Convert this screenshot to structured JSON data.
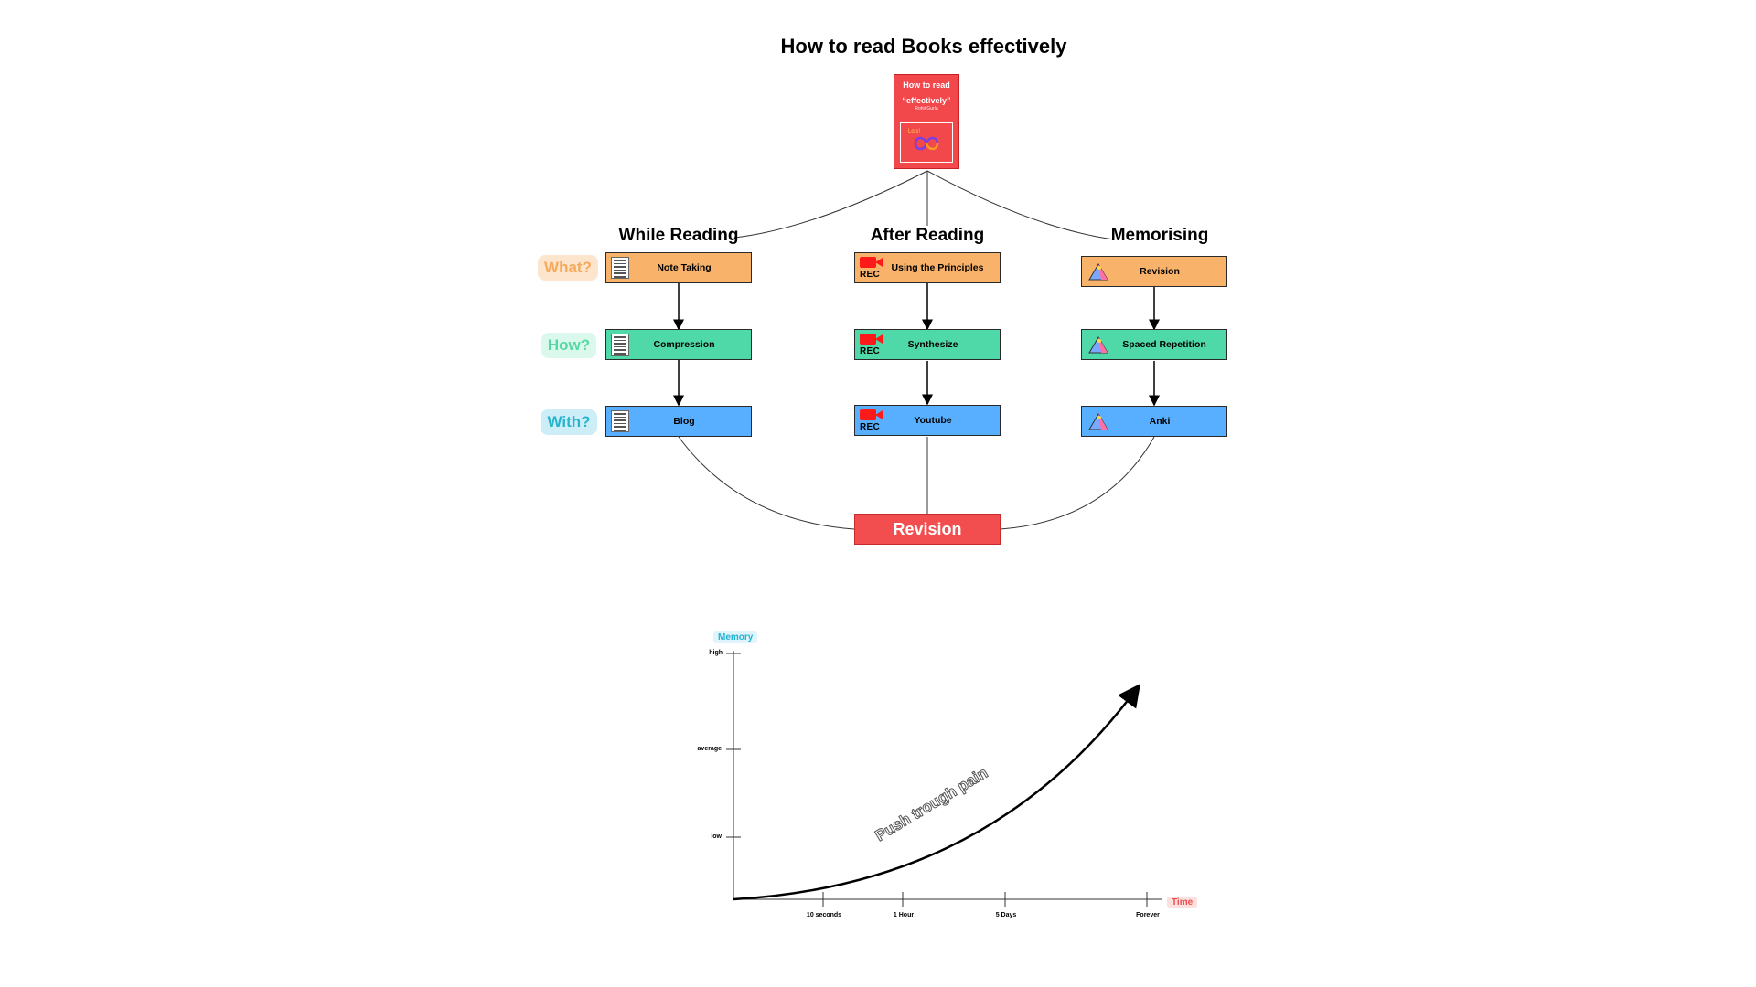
{
  "title": "How to read Books effectively",
  "book": {
    "title_line1": "How to read",
    "title_line2": "“effectively”",
    "author": "Rohit Gurla",
    "cover_tag": "Lots!"
  },
  "row_labels": {
    "what": "What?",
    "how": "How?",
    "with": "With?"
  },
  "columns": {
    "while": {
      "title": "While Reading",
      "what": "Note Taking",
      "how": "Compression",
      "with": "Blog"
    },
    "after": {
      "title": "After Reading",
      "what": "Using the Principles",
      "how": "Synthesize",
      "with": "Youtube",
      "icon_text": "REC"
    },
    "memo": {
      "title": "Memorising",
      "what": "Revision",
      "how": "Spaced Repetition",
      "with": "Anki"
    }
  },
  "revision_box": "Revision",
  "colors": {
    "what": "#f9b26a",
    "how": "#4fd9a8",
    "with": "#59afff",
    "revision": "#f24d4f",
    "book": "#f2484c"
  },
  "graph": {
    "y_label": "Memory",
    "x_label": "Time",
    "y_ticks": [
      "high",
      "average",
      "low"
    ],
    "x_ticks": [
      "10 seconds",
      "1 Hour",
      "5 Days",
      "Forever"
    ],
    "curve_label": "Push trough pain"
  }
}
